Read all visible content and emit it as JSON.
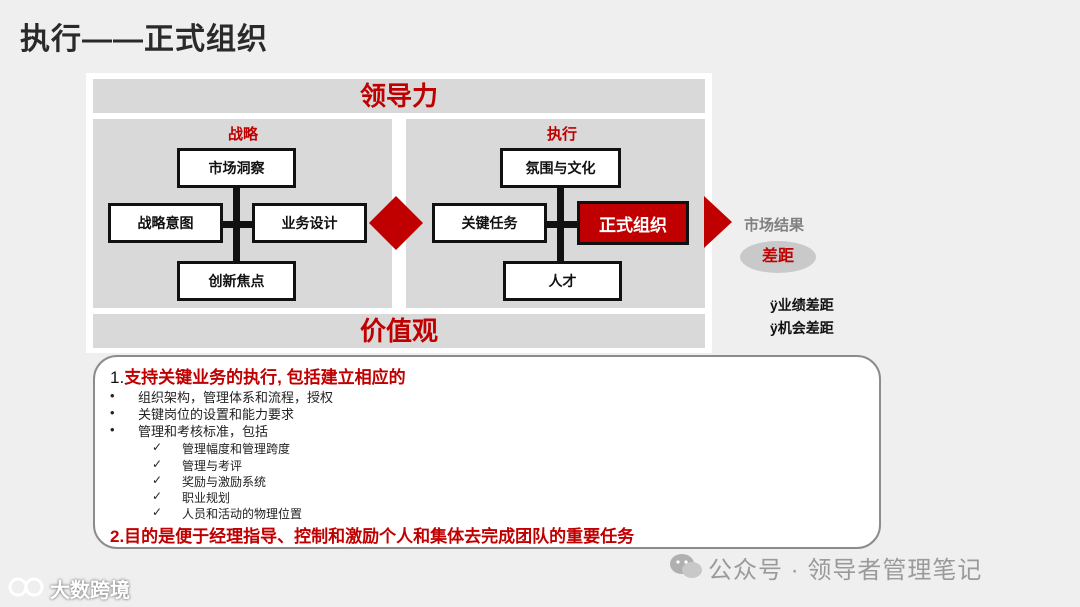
{
  "title": "执行——正式组织",
  "leadership": "领导力",
  "values": "价值观",
  "strategy": {
    "title": "战略",
    "top": "市场洞察",
    "left": "战略意图",
    "right": "业务设计",
    "bottom": "创新焦点"
  },
  "execution": {
    "title": "执行",
    "top": "氛围与文化",
    "left": "关键任务",
    "right": "正式组织",
    "bottom": "人才"
  },
  "market_result": "市场结果",
  "gap": "差距",
  "gap_items": [
    "ÿ业绩差距",
    "ÿ机会差距"
  ],
  "point1": {
    "num": "1.",
    "text": "支持关键业务的执行, 包括建立相应的"
  },
  "bullets": [
    "组织架构，管理体系和流程，授权",
    "关键岗位的设置和能力要求",
    "管理和考核标准，包括"
  ],
  "checks": [
    "管理幅度和管理跨度",
    "管理与考评",
    "奖励与激励系统",
    "职业规划",
    "人员和活动的物理位置"
  ],
  "point2": "2.目的是便于经理指导、控制和激励个人和集体去完成团队的重要任务",
  "watermark": "公众号 · 领导者管理笔记",
  "watermark2": "大数跨境",
  "colors": {
    "accent": "#c00000",
    "panel": "#d9d9d9",
    "background": "#efefef"
  }
}
